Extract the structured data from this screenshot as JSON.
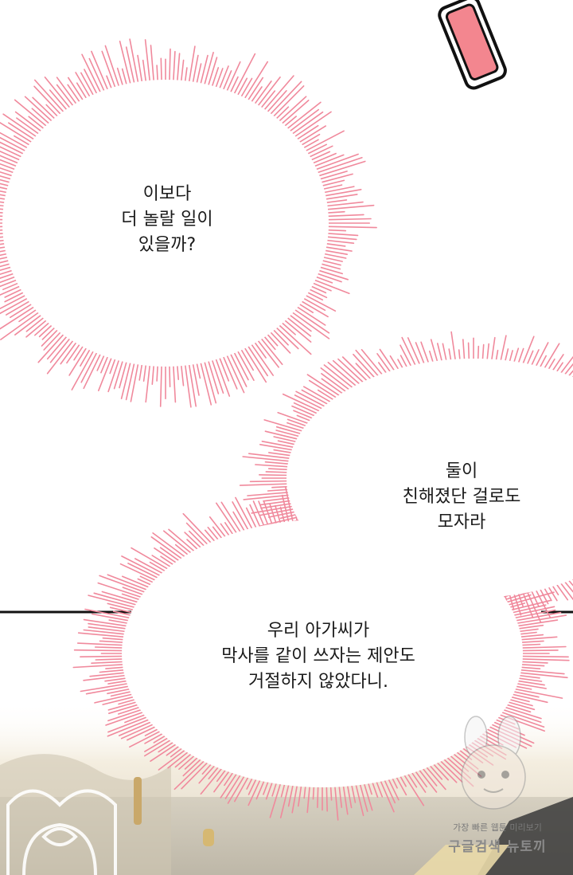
{
  "bubbles": [
    {
      "lines": [
        "이보다",
        "더 놀랄 일이",
        "있을까?"
      ]
    },
    {
      "lines": [
        "둘이",
        "친해졌단 걸로도",
        "모자라"
      ]
    },
    {
      "lines": [
        "우리 아가씨가",
        "막사를 같이 쓰자는 제안도",
        "거절하지 않았다니."
      ]
    }
  ],
  "watermark": {
    "small_text": "가장 빠른 웹툰 미리보기",
    "big_text": "구글검색 뉴토끼"
  },
  "colors": {
    "burst": "#f0899c",
    "eraser": "#f3868f",
    "line": "#111111"
  }
}
